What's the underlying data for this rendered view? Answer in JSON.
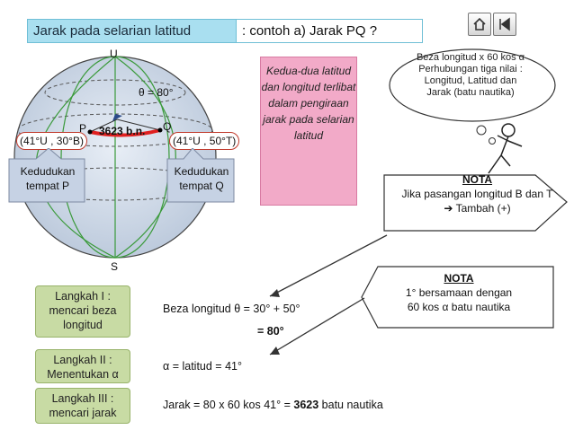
{
  "header": {
    "title": "Jarak pada selarian latitud",
    "subtitle": ": contoh a)  Jarak PQ ?"
  },
  "nav": {
    "home_icon": "home-icon",
    "back_icon": "back-arrow-icon"
  },
  "globe": {
    "north_label": "U",
    "south_label": "S",
    "angle_label": "θ = 80°",
    "point_p": "P",
    "point_q": "Q",
    "distance_label": "3623 b.n.",
    "p_coord": "(41°U , 30°B)",
    "q_coord": "(41°U , 50°T)"
  },
  "callouts": {
    "p_position": "Kedudukan tempat P",
    "q_position": "Kedudukan tempat Q"
  },
  "pink_note": "Kedua-dua latitud dan longitud terlibat dalam pengiraan jarak pada selarian latitud",
  "cloud": {
    "line1": "Beza longitud x 60 kos α",
    "line2": "Perhubungan tiga nilai :",
    "line3": "Longitud, Latitud dan",
    "line4": "Jarak (batu nautika)"
  },
  "nota_right": {
    "title": "NOTA",
    "line1": "Jika pasangan longitud B dan T",
    "line2": "Tambah (+)",
    "arrow_icon": "right-arrow-icon"
  },
  "nota_middle": {
    "title": "NOTA",
    "line1": "1° bersamaan dengan",
    "line2": "60 kos α  batu nautika"
  },
  "steps": [
    {
      "label": "Langkah I : mencari beza longitud",
      "calc": "Beza longitud θ = 30° + 50°",
      "result": "= 80°"
    },
    {
      "label": "Langkah II : Menentukan α",
      "calc": "α  = latitud = 41°"
    },
    {
      "label": "Langkah III : mencari jarak",
      "calc": "Jarak = 80 x 60 kos 41° = ",
      "result": "3623",
      "unit": " batu nautika"
    }
  ],
  "colors": {
    "title_bg": "#a9dff0",
    "pink": "#f2aac8",
    "step_bg": "#c8dba4",
    "globe_fill": "#cfd9e8",
    "arc_red": "#e02020"
  }
}
